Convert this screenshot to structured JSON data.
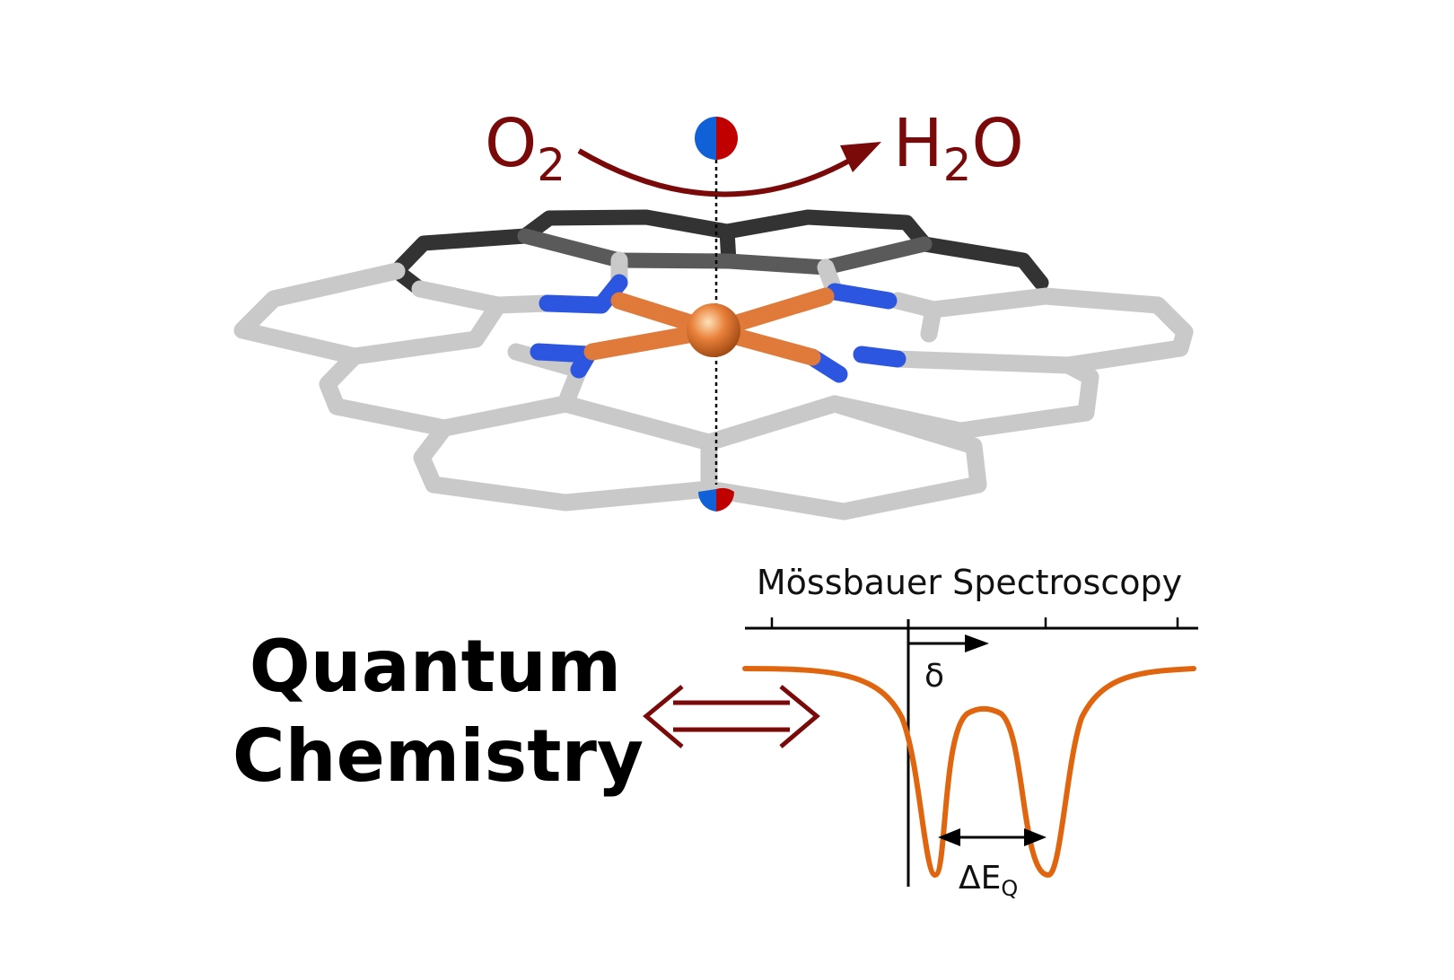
{
  "reaction": {
    "reactant": "O",
    "reactant_sub": "2",
    "product_h": "H",
    "product_sub": "2",
    "product_o": "O",
    "arrow_color": "#7a0a0a"
  },
  "spectroscopy": {
    "title": "Mössbauer Spectroscopy",
    "delta_label": "δ",
    "quadrupole_label": "ΔE",
    "quadrupole_sub": "Q",
    "curve_color": "#e0650f"
  },
  "quantum_chemistry": {
    "line1": "Quantum",
    "line2": "Chemistry"
  },
  "colors": {
    "iron_atom": "#e8803a",
    "nitrogen_bond": "#2c55e0",
    "carbon_bond": "#c9c9c9",
    "spin_up": "#1060d8",
    "spin_down": "#c00000",
    "double_arrow": "#7a0a0a"
  }
}
